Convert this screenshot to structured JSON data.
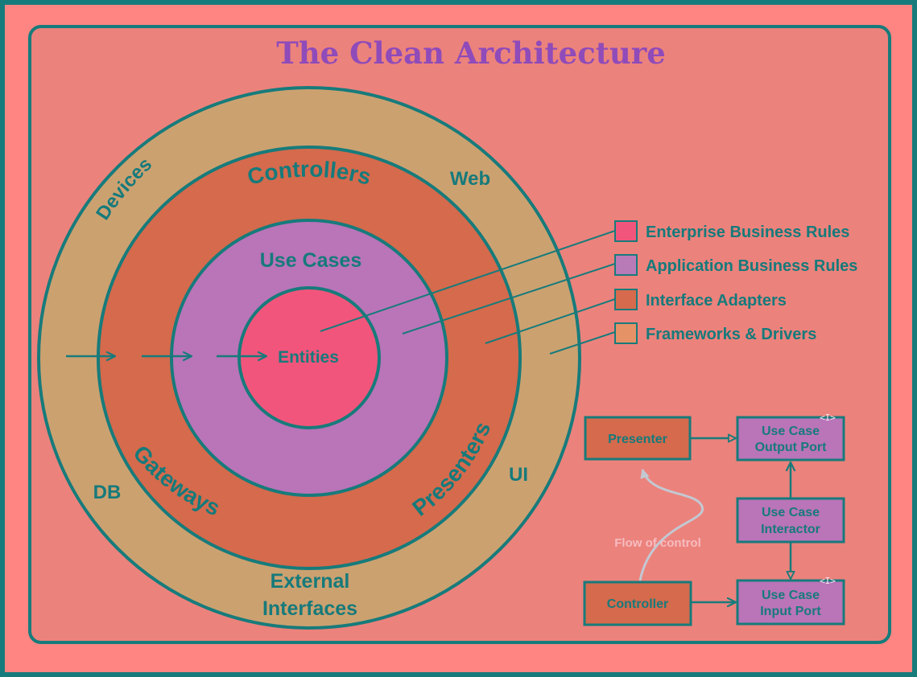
{
  "title": "The Clean Architecture",
  "colors": {
    "frame_bg": "#ff8582",
    "panel": "#ec827c",
    "border": "#177b7b",
    "text": "#167a7b",
    "title": "#8f4bb9",
    "outer_ring": "#cca170",
    "adapters_ring": "#d56a4c",
    "use_cases": "#ba74b8",
    "entities": "#f2557b",
    "flow_text": "#f6bcc0",
    "flow_line": "#c3c8d2"
  },
  "rings": {
    "frameworks_labels": {
      "devices": "Devices",
      "web": "Web",
      "db": "DB",
      "ui": "UI",
      "external_interfaces": [
        "External",
        "Interfaces"
      ]
    },
    "adapters_labels": {
      "controllers": "Controllers",
      "gateways": "Gateways",
      "presenters": "Presenters"
    },
    "use_cases_label": "Use Cases",
    "entities_label": "Entities"
  },
  "legend": [
    {
      "label": "Enterprise Business Rules",
      "swatch": "#f2557b"
    },
    {
      "label": "Application Business Rules",
      "swatch": "#b97ab8"
    },
    {
      "label": "Interface Adapters",
      "swatch": "#d56a4c"
    },
    {
      "label": "Frameworks & Drivers",
      "swatch": "#e59266"
    }
  ],
  "flow": {
    "presenter": "Presenter",
    "controller": "Controller",
    "output_port": [
      "Use Case",
      "Output Port"
    ],
    "input_port": [
      "Use Case",
      "Input Port"
    ],
    "interactor": [
      "Use Case",
      "Interactor"
    ],
    "interface_marker": "<I>",
    "flow_of_control": "Flow of control"
  }
}
